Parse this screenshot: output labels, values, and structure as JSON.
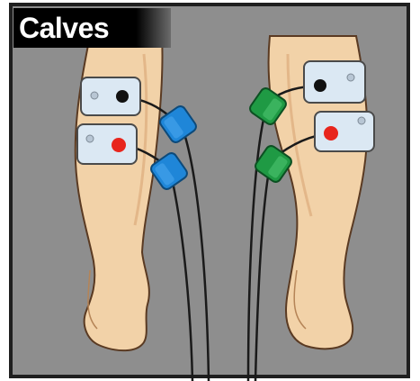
{
  "title": "Calves",
  "colors": {
    "background": "#8e8e8e",
    "border": "#1f1f1f",
    "skin": "#f2d2a8",
    "skin_shadow": "#d9a575",
    "pad": "#dbe8f3",
    "pad_dot_inactive": "#b8c6d4",
    "electrode_black": "#111111",
    "electrode_red": "#e8251c",
    "connector_blue": "#1f86d8",
    "connector_green": "#1f9a44",
    "wire": "#1a1a1a"
  },
  "icons": [
    "left-calf-illustration",
    "right-calf-illustration",
    "electrode-pad-icon",
    "lead-connector-icon"
  ]
}
